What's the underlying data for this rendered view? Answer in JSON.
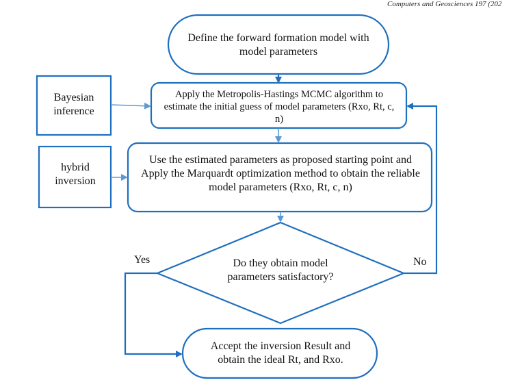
{
  "header": {
    "journal_text": "Computers and Geosciences 197 (202"
  },
  "nodes": {
    "start": "Define the forward formation model with model parameters",
    "mcmc": "Apply the Metropolis-Hastings MCMC algorithm to estimate the initial guess of model parameters (Rxo, Rt, c, n)",
    "marquardt": "Use the estimated parameters as proposed starting point and Apply the Marquardt optimization method to obtain the reliable model parameters (Rxo, Rt, c, n)",
    "decision": "Do they obtain model parameters satisfactory?",
    "end": "Accept the inversion Result and obtain the ideal Rt, and Rxo.",
    "bayesian": "Bayesian inference",
    "hybrid": "hybrid inversion"
  },
  "edges": {
    "yes_label": "Yes",
    "no_label": "No"
  },
  "colors": {
    "stroke": "#1f6fbf",
    "arrow_light": "#5b9bd5"
  }
}
